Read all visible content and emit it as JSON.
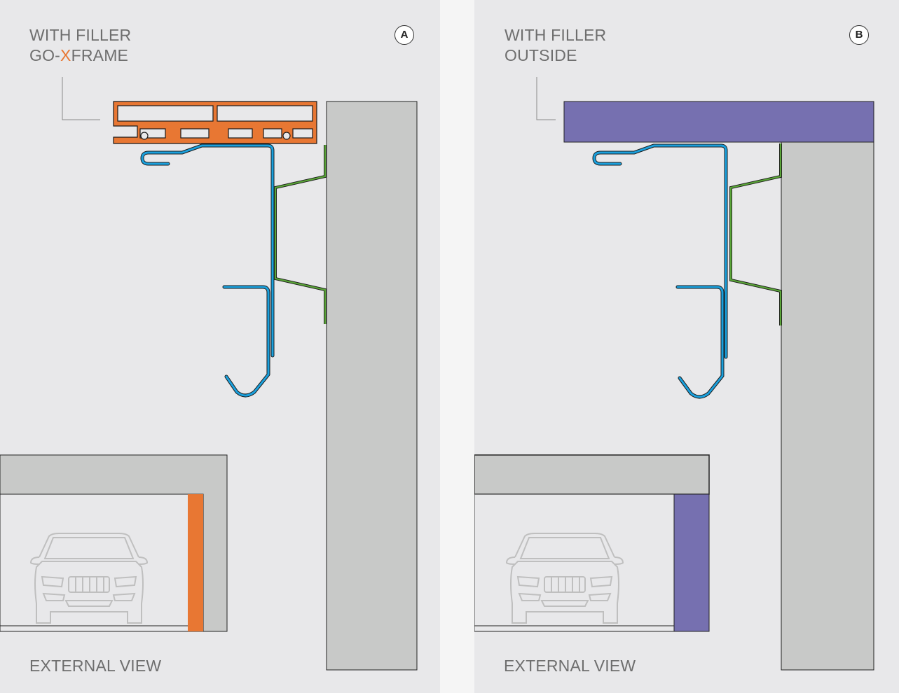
{
  "colors": {
    "panel_bg": "#e8e8ea",
    "wall": "#c8c9c8",
    "frame_profile": "#e87733",
    "filler_outside": "#7670b0",
    "track": "#1aa0dd",
    "bracket": "#5aa538",
    "text": "#6e6e6e"
  },
  "panel_a": {
    "title_line1": "WITH FILLER",
    "title_prefix": "GO-",
    "title_accent": "X",
    "title_suffix": "FRAME",
    "badge": "A",
    "footer": "EXTERNAL VIEW",
    "icon": "car-icon"
  },
  "panel_b": {
    "title_line1": "WITH FILLER",
    "title_line2": "OUTSIDE",
    "badge": "B",
    "footer": "EXTERNAL VIEW",
    "icon": "car-icon"
  }
}
